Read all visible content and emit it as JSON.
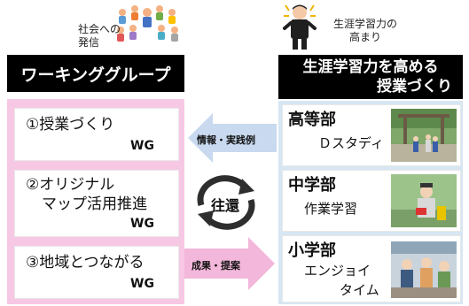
{
  "left_caption": {
    "line1": "社会への",
    "line2": "発信"
  },
  "right_caption": {
    "line1": "生涯学習力の",
    "line2": "高まり"
  },
  "left_header": "ワーキンググループ",
  "right_header": {
    "line1": "生涯学習力を高める",
    "line2": "授業づくり"
  },
  "working_groups": [
    {
      "lines": [
        "①授業づくり"
      ],
      "suffix": "WG"
    },
    {
      "lines": [
        "②オリジナル",
        "マップ活用推進"
      ],
      "suffix": "WG"
    },
    {
      "lines": [
        "③地域とつながる"
      ],
      "suffix": "WG"
    }
  ],
  "schools": [
    {
      "name": "高等部",
      "lines": [
        "Ｄスタディ"
      ]
    },
    {
      "name": "中学部",
      "lines": [
        "作業学習"
      ]
    },
    {
      "name": "小学部",
      "lines": [
        "エンジョイ",
        "タイム"
      ]
    }
  ],
  "arrow_top_label": "情報・実践例",
  "cycle_label": "往還",
  "arrow_bottom_label": "成果・提案",
  "colors": {
    "pink_panel": "#f7c8e4",
    "blue_panel": "#d7e6f3",
    "arrow_blue": "#c8d9f0",
    "arrow_pink": "#f2b7da",
    "header": "#000000"
  }
}
